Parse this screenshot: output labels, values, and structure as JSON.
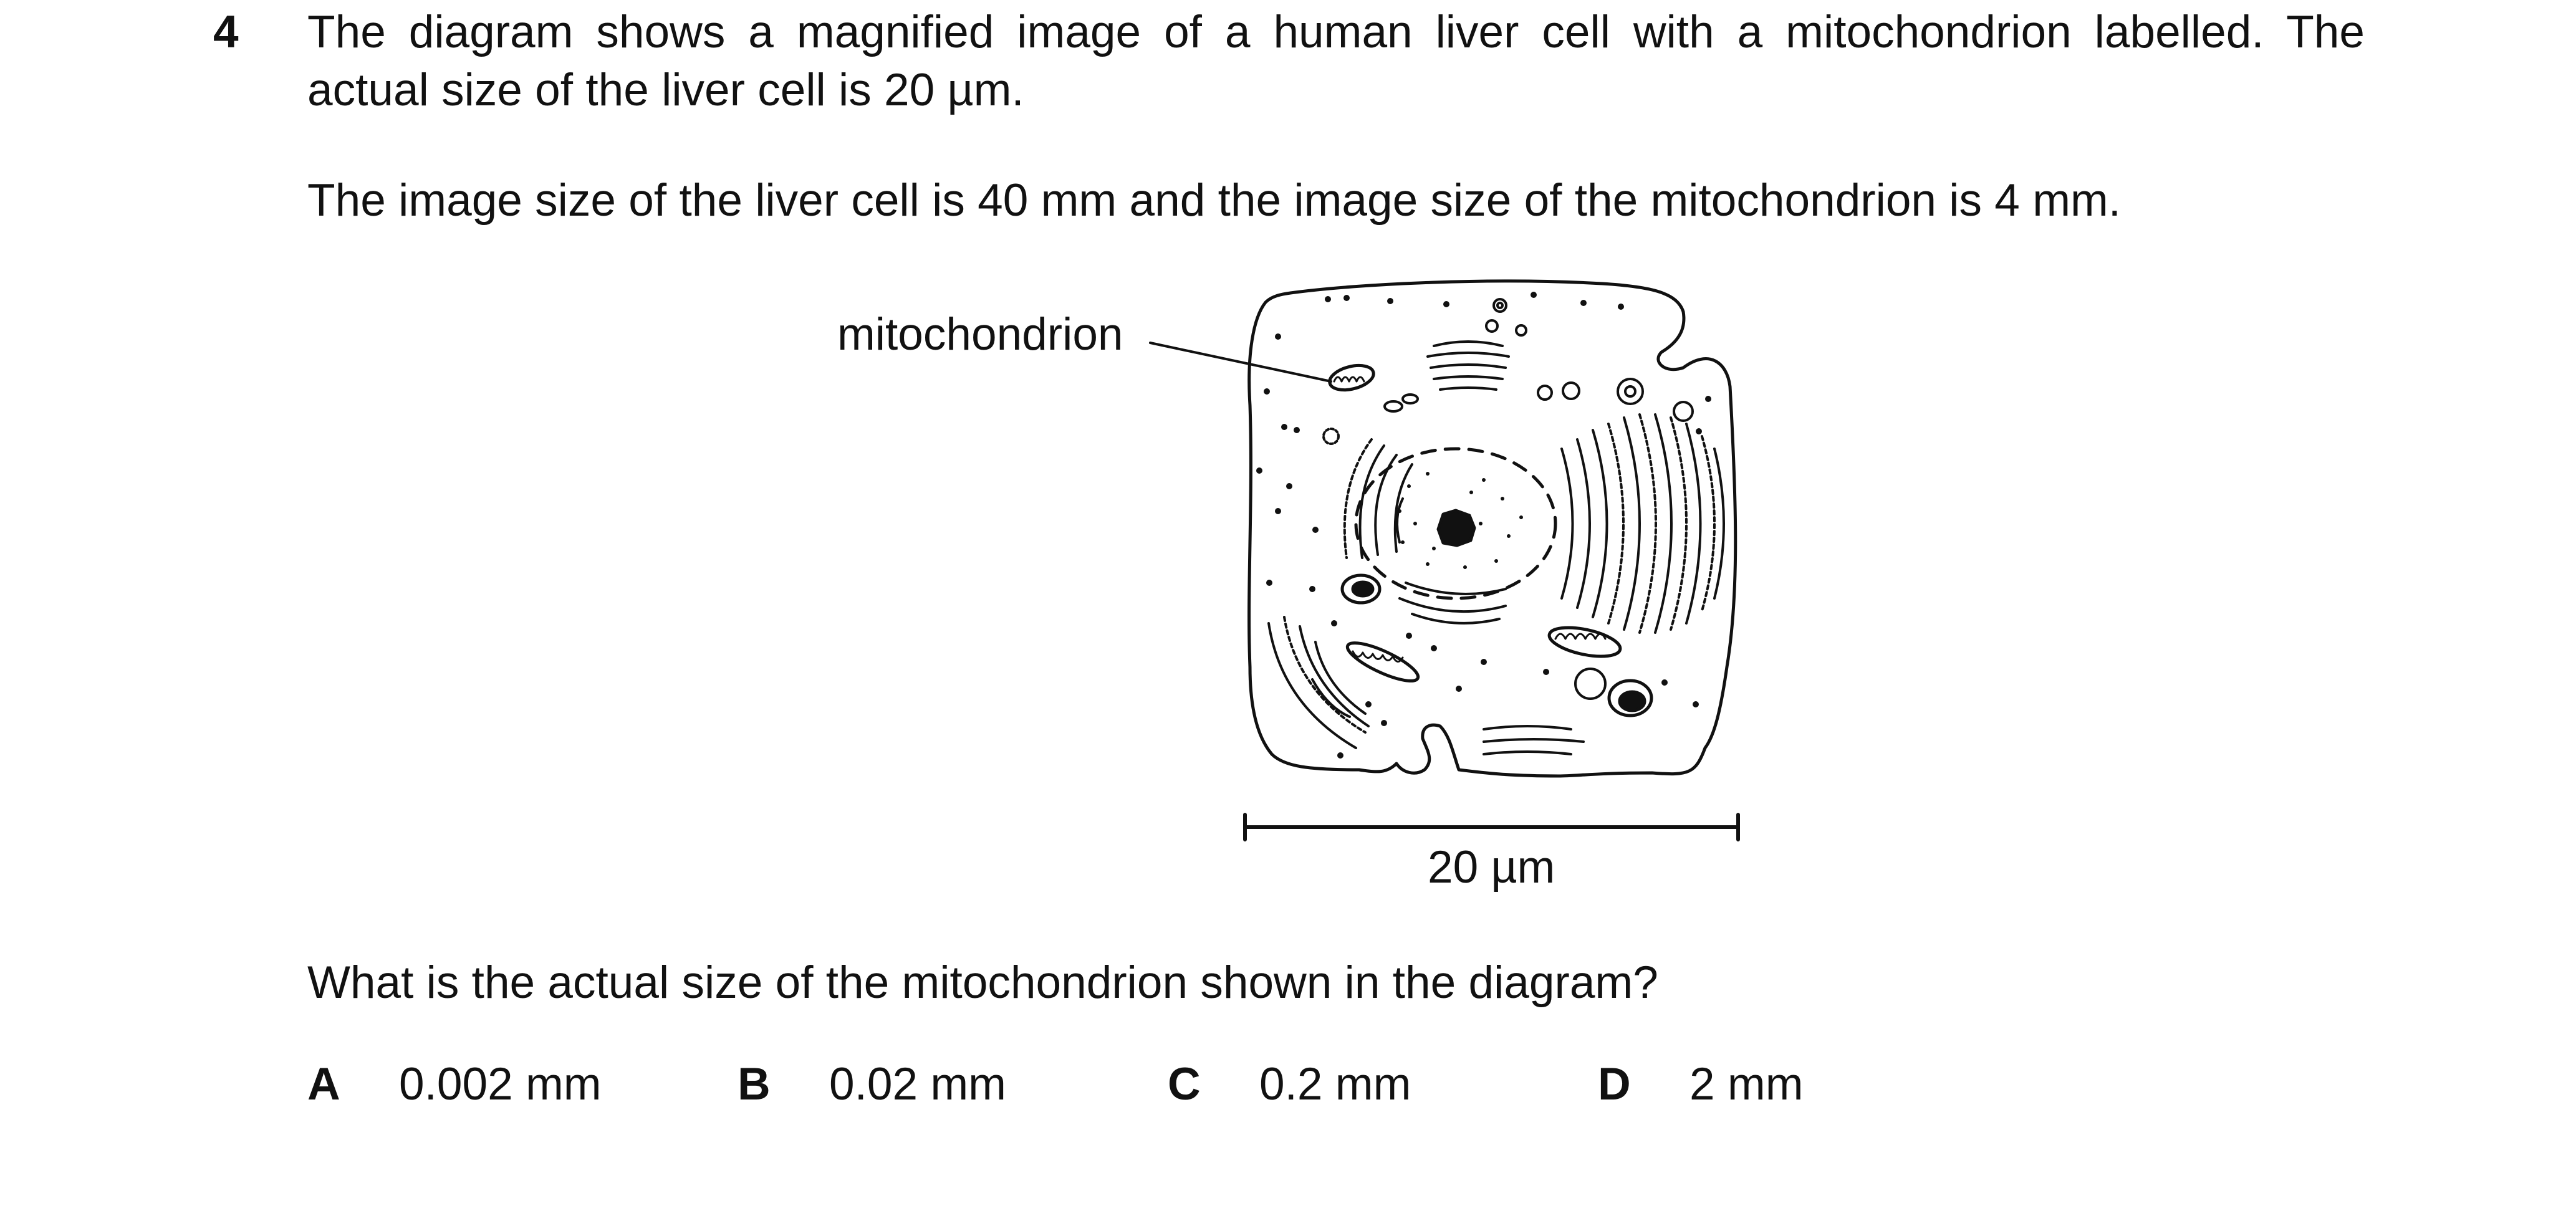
{
  "question": {
    "number": "4",
    "intro_line1": "The diagram shows a magnified image of a human liver cell with a mitochondrion labelled. The",
    "intro_line2": "actual size of the liver cell is 20 µm.",
    "intro_line3": "The image size of the liver cell is 40 mm and the image size of the mitochondrion is 4 mm.",
    "prompt": "What is the actual size of the mitochondrion shown in the diagram?",
    "options": [
      {
        "letter": "A",
        "value": "0.002 mm"
      },
      {
        "letter": "B",
        "value": "0.02 mm"
      },
      {
        "letter": "C",
        "value": "0.2 mm"
      },
      {
        "letter": "D",
        "value": "2 mm"
      }
    ]
  },
  "diagram": {
    "label_mitochondrion": "mitochondrion",
    "scale_bar_label": "20 µm"
  }
}
